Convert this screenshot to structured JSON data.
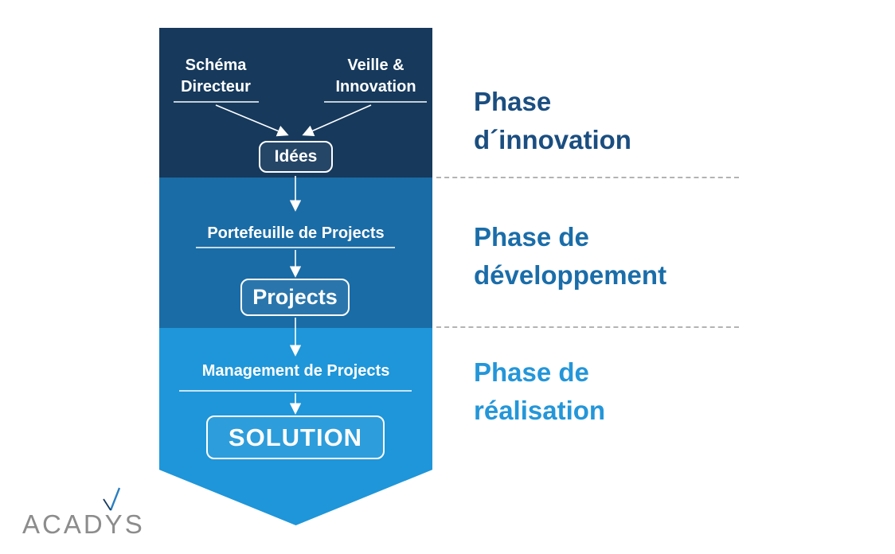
{
  "funnel": {
    "source_left": "Schéma\nDirecteur",
    "source_right": "Veille &\nInnovation",
    "idea_box_label": "Idées",
    "portfolio_label": "Portefeuille de Projects",
    "projects_box_label": "Projects",
    "management_label": "Management de Projects",
    "solution_box_label": "SOLUTION"
  },
  "phases": [
    {
      "label": "Phase\nd´innovation",
      "color": "#1b4e80"
    },
    {
      "label": "Phase de\ndéveloppement",
      "color": "#1a6da9"
    },
    {
      "label": "Phase de\nréalisation",
      "color": "#2496d9"
    }
  ],
  "colors": {
    "section_innovation": "#16395c",
    "section_developpement": "#1a6ca6",
    "section_realisation": "#1e96d9",
    "arrow": "#ffffff",
    "dashed_separator": "#b3b3b3",
    "logo_gray": "#8c8c8c",
    "logo_accent_blue": "#2a7fc1"
  },
  "logo": {
    "text": "ACADYS"
  }
}
